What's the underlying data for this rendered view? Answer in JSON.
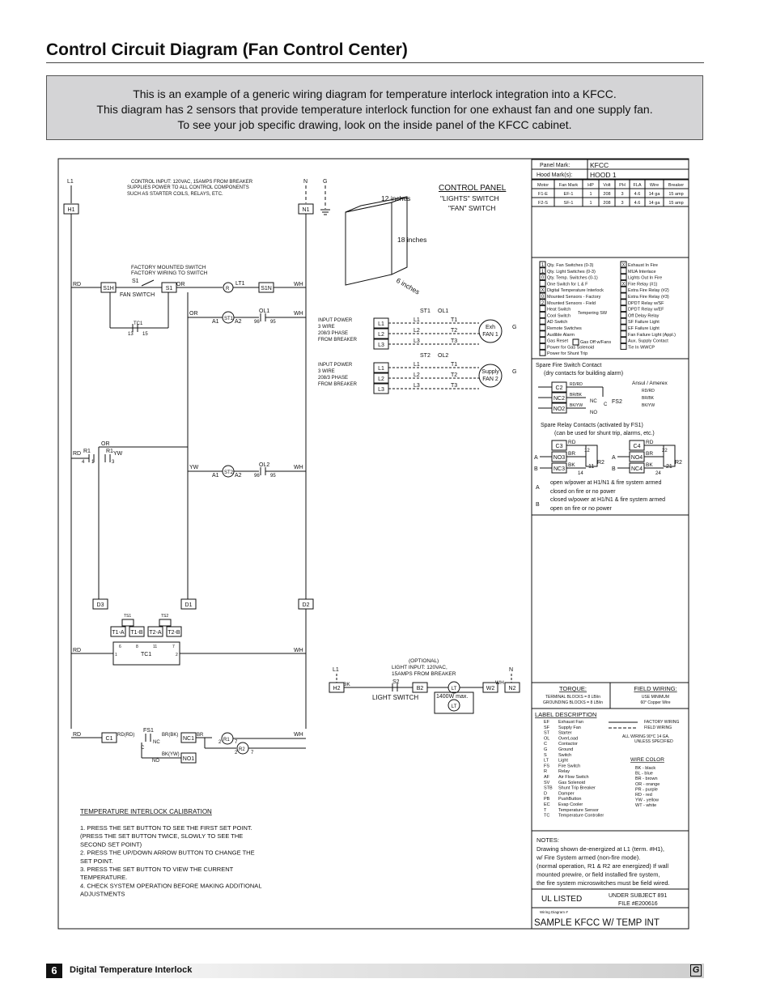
{
  "page": {
    "title": "Control Circuit Diagram (Fan Control Center)",
    "intro": [
      "This is an example of a generic wiring diagram for temperature interlock integration into a KFCC.",
      "This diagram has 2 sensors that provide temperature interlock function for one exhaust fan and one supply fan.",
      "To see your job specific drawing, look on the inside panel of the KFCC cabinet."
    ]
  },
  "footer": {
    "page_number": "6",
    "section": "Digital Temperature Interlock",
    "logo": "G"
  },
  "schematic": {
    "control_input_note": [
      "CONTROL INPUT: 120VAC, 15AMPS FROM BREAKER",
      "SUPPLIES POWER TO ALL CONTROL COMPONENTS",
      "SUCH AS STARTER COILS, RELAYS, ETC."
    ],
    "rails": {
      "left": "L1",
      "neutral": "N",
      "ground": "G",
      "h1": "H1",
      "n1": "N1"
    },
    "control_panel": {
      "title": "CONTROL PANEL",
      "lights_switch": "\"LIGHTS\" SWITCH",
      "fan_switch": "\"FAN\" SWITCH",
      "dim_width": "12 inches",
      "dim_height": "18 inches",
      "dim_depth": "6 inches"
    },
    "fan_switch_note": [
      "FACTORY MOUNTED SWITCH",
      "FACTORY WIRING TO SWITCH"
    ],
    "rung_labels": {
      "rd": "RD",
      "wh": "WH",
      "or": "OR",
      "yw": "YW",
      "bk": "BK",
      "s1": "S1",
      "s1h": "S1H",
      "s1n": "S1N",
      "fan_switch": "FAN SWITCH",
      "r": "R",
      "lt1": "LT1",
      "tc1": "TC1",
      "t13": "13",
      "t15": "15",
      "st1": "ST1",
      "st2": "ST2",
      "a1": "A1",
      "a2": "A2",
      "ol1": "OL1",
      "ol2": "OL2",
      "t96": "96",
      "t95": "95",
      "r1": "R1",
      "t4": "4",
      "t1": "1",
      "t3": "3",
      "d1": "D1",
      "d2": "D2",
      "d3": "D3",
      "ts1": "TS1",
      "ts2": "TS2",
      "t1a": "T1-A",
      "t1b": "T1-B",
      "t2a": "T2-A",
      "t2b": "T2-B",
      "tc_terms": [
        "6",
        "8",
        "11",
        "7"
      ],
      "tc_bottom": [
        "1",
        "2"
      ],
      "c1": "C1",
      "fs1": "FS1",
      "nc1": "NC1",
      "no1": "NO1",
      "rd_rd": "RD(RD)",
      "br_bk": "BR(BK)",
      "bk_yw": "BK(YW)",
      "c": "C",
      "nc": "NC",
      "no": "NO",
      "br": "BR",
      "r2": "R2",
      "t2": "2",
      "t7": "7"
    },
    "motor_feeds": [
      {
        "input": [
          "INPUT POWER",
          "3 WIRE",
          "208/3 PHASE",
          "FROM BREAKER"
        ],
        "starter": "ST1",
        "overload": "OL1",
        "fan": [
          "Exh",
          "FAN 1"
        ]
      },
      {
        "input": [
          "INPUT POWER",
          "3 WIRE",
          "208/3 PHASE",
          "FROM BREAKER"
        ],
        "starter": "ST2",
        "overload": "OL2",
        "fan": [
          "Supply",
          "FAN 2"
        ]
      }
    ],
    "phase_labels": {
      "l": [
        "L1",
        "L2",
        "L3"
      ],
      "t": [
        "T1",
        "T2",
        "T3"
      ],
      "g": "G"
    },
    "light_circuit": {
      "note": [
        "(OPTIONAL)",
        "LIGHT INPUT: 120VAC,",
        "15AMPS FROM BREAKER"
      ],
      "l1": "L1",
      "n": "N",
      "h2": "H2",
      "bk": "BK",
      "s2": "S2",
      "b2": "B2",
      "lt": "LT",
      "w2": "W2",
      "wh": "WH",
      "n2": "N2",
      "max": "1400W max.",
      "switch": "LIGHT SWITCH"
    },
    "calibration": {
      "title": "TEMPERATURE INTERLOCK CALIBRATION",
      "steps": [
        "1. PRESS THE SET BUTTON TO SEE THE FIRST SET POINT.",
        "   (PRESS THE SET BUTTON TWICE, SLOWLY TO SEE THE",
        "   SECOND SET POINT)",
        "2. PRESS THE UP/DOWN ARROW BUTTON TO CHANGE THE",
        "   SET POINT.",
        "3. PRESS THE SET BUTTON TO VIEW THE CURRENT",
        "   TEMPERATURE.",
        "4. CHECK SYSTEM OPERATION BEFORE MAKING ADDITIONAL",
        "   ADJUSTMENTS"
      ]
    }
  },
  "info": {
    "panel_mark_label": "Panel Mark:",
    "panel_mark": "KFCC",
    "hood_marks_label": "Hood Mark(s):",
    "hood_marks": "HOOD 1",
    "motor_headers": [
      "Motor",
      "Fan Mark",
      "HP",
      "Volt",
      "PH",
      "FLA",
      "Wire",
      "Breaker"
    ],
    "motor_rows": [
      [
        "F1-E",
        "EF-1",
        "1",
        "208",
        "3",
        "4.6",
        "14 ga",
        "15 amp"
      ],
      [
        "F2-S",
        "SF-1",
        "1",
        "208",
        "3",
        "4.6",
        "14 ga",
        "15 amp"
      ]
    ],
    "options_left": [
      {
        "mark": "1",
        "label": "Qty. Fan Switches (0-3)"
      },
      {
        "mark": "1",
        "label": "Qty. Light Switches (0-3)"
      },
      {
        "mark": "0",
        "label": "Qty. Temp. Switches (0-1)"
      },
      {
        "mark": "",
        "label": "One Switch for L & F"
      },
      {
        "mark": "X",
        "label": "Digital Temperature Interlock"
      },
      {
        "mark": "0",
        "label": "Mounted Sensors - Factory"
      },
      {
        "mark": "2",
        "label": "Mounted Sensors - Field"
      },
      {
        "mark": "",
        "label": "Heat Switch"
      },
      {
        "mark": "",
        "label": "Cool Switch"
      },
      {
        "mark": "",
        "label": "AD Switch"
      },
      {
        "mark": "",
        "label": "Remote Switches"
      },
      {
        "mark": "",
        "label": "Audible Alarm"
      },
      {
        "mark": "",
        "label": "Gas Reset"
      },
      {
        "mark": "",
        "label": "Power for Gas Solenoid"
      },
      {
        "mark": "",
        "label": "Power for Shunt Trip"
      }
    ],
    "tempering_note": "Tempering SW",
    "gas_off_note": "Gas Off w/Fans",
    "options_right": [
      {
        "mark": "X",
        "label": "Exhaust In Fire"
      },
      {
        "mark": "",
        "label": "MUA Interlace"
      },
      {
        "mark": "",
        "label": "Lights Out In Fire"
      },
      {
        "mark": "X",
        "label": "Fire Relay (#1)"
      },
      {
        "mark": "",
        "label": "Extra Fire Relay (#2)"
      },
      {
        "mark": "",
        "label": "Extra Fire Relay (#3)"
      },
      {
        "mark": "",
        "label": "DPDT Relay w/SF"
      },
      {
        "mark": "",
        "label": "DPDT Relay w/EF"
      },
      {
        "mark": "",
        "label": "Off Delay Relay"
      },
      {
        "mark": "",
        "label": "SF Failure Light"
      },
      {
        "mark": "",
        "label": "EF Failure Light"
      },
      {
        "mark": "",
        "label": "Fan Failure Light (Appl.)"
      },
      {
        "mark": "",
        "label": "Aux. Supply Contact"
      },
      {
        "mark": "",
        "label": "Tie In WWCP"
      }
    ],
    "spare_fire": {
      "title": "Spare Fire Switch Contact",
      "subtitle": "(dry contacts for building alarm)",
      "terms": [
        "C2",
        "NC2",
        "NO2"
      ],
      "wires": [
        "RD/RD",
        "BR/BK",
        "BK/YW"
      ],
      "ansul": "Ansul / Amerex",
      "ansul_wires": [
        "RD/RD",
        "BR/BK",
        "BK/YW"
      ],
      "fs": "FS2",
      "nc": "NC",
      "no": "NO",
      "c": "C"
    },
    "spare_relay": {
      "title": "Spare Relay Contacts   (activated by FS1)",
      "subtitle": "(can be used for shunt trip, alarms, etc.)",
      "left": {
        "terms": [
          "C3",
          "NO3",
          "NC3"
        ],
        "wires": [
          "RD",
          "BR",
          "BK"
        ],
        "relay": "R2",
        "pins": [
          "12",
          "11",
          "14"
        ]
      },
      "right": {
        "terms": [
          "C4",
          "NO4",
          "NC4"
        ],
        "wires": [
          "RD",
          "BR",
          "BK"
        ],
        "relay": "R2",
        "pins": [
          "22",
          "21",
          "24"
        ]
      },
      "a": "A",
      "b": "B",
      "notes": [
        "open w/power at H1/N1 & fire system armed",
        "closed on fire or no power",
        "closed w/power at H1/N1 & fire system armed",
        "open on fire or no power"
      ]
    },
    "torque": {
      "title": "TORQUE:",
      "lines": [
        "TERMINAL BLOCKS = 8 LB/in",
        "GROUNDING BLOCKS = 8 LB/in"
      ]
    },
    "field_wiring": {
      "title": "FIELD WIRING:",
      "lines": [
        "USE MINIMUM",
        "60° Copper Wire"
      ]
    },
    "label_description": {
      "title": "LABEL DESCRIPTION",
      "items": [
        [
          "EF",
          "Exhaust Fan"
        ],
        [
          "SF",
          "Supply Fan"
        ],
        [
          "ST",
          "Starter"
        ],
        [
          "OL",
          "OverLoad"
        ],
        [
          "C",
          "Contactor"
        ],
        [
          "G",
          "Ground"
        ],
        [
          "S",
          "Switch"
        ],
        [
          "LT",
          "Light"
        ],
        [
          "FS",
          "Fire Switch"
        ],
        [
          "R",
          "Relay"
        ],
        [
          "AF",
          "Air Flow Switch"
        ],
        [
          "SV",
          "Gas Solenoid"
        ],
        [
          "STB",
          "Shunt Trip Breaker"
        ],
        [
          "D",
          "Damper"
        ],
        [
          "PB",
          "PushButton"
        ],
        [
          "EC",
          "Evap Cooler"
        ],
        [
          "T",
          "Temperature Sensor"
        ],
        [
          "TC",
          "Temperature Controller"
        ]
      ],
      "factory_wiring": "FACTORY WIRING",
      "field_wiring": "FIELD WIRING",
      "wiring_note": [
        "ALL WIRING 90°C 14 GA.",
        "UNLESS SPECIFIED"
      ],
      "wire_color_title": "WIRE COLOR",
      "wire_colors": [
        "BK - black",
        "BL - blue",
        "BR - brown",
        "OR - orange",
        "PR - purple",
        "RD - red",
        "YW - yellow",
        "WT - white"
      ]
    },
    "notes": {
      "title": "NOTES:",
      "lines": [
        "Drawing shown de-energized at L1 (term. #H1),",
        "w/ Fire System armed (non-fire mode).",
        "(normal operation, R1 & R2 are energized) If wall",
        "mounted prewire, or field installed fire system,",
        "the fire system microswitches must be field wired."
      ]
    },
    "ul": {
      "listed": "UL LISTED",
      "subject": "UNDER SUBJECT 891",
      "file": "FILE #E200616"
    },
    "wiring_diagram_label": "Wiring Diagram #",
    "sample_title": "SAMPLE KFCC W/ TEMP INT"
  }
}
